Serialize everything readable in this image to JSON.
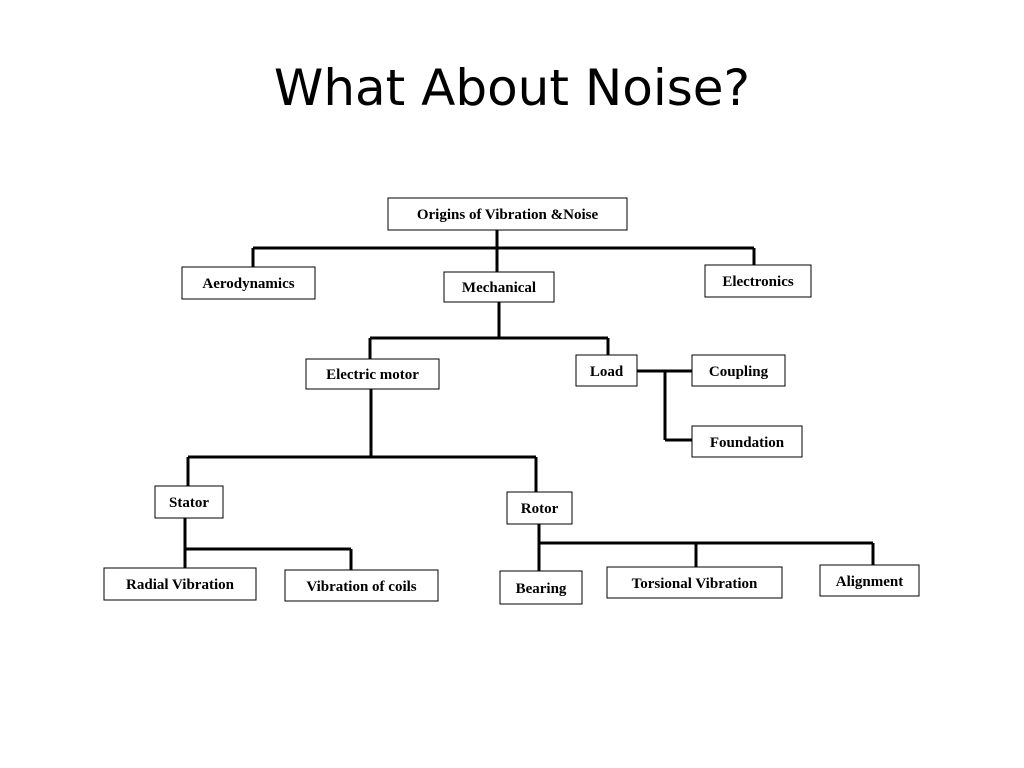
{
  "slide": {
    "title": "What About Noise?"
  },
  "colors": {
    "background": "#ffffff",
    "text": "#000000",
    "line": "#000000"
  },
  "diagram": {
    "nodes": {
      "origins": "Origins of Vibration &Noise",
      "aerodynamics": "Aerodynamics",
      "mechanical": "Mechanical",
      "electronics": "Electronics",
      "electric_motor": "Electric motor",
      "load": "Load",
      "coupling": "Coupling",
      "foundation": "Foundation",
      "stator": "Stator",
      "rotor": "Rotor",
      "radial_vibration": "Radial Vibration",
      "vibration_of_coils": "Vibration of coils",
      "bearing": "Bearing",
      "torsional_vibration": "Torsional Vibration",
      "alignment": "Alignment"
    },
    "edges": [
      [
        "origins",
        "aerodynamics"
      ],
      [
        "origins",
        "mechanical"
      ],
      [
        "origins",
        "electronics"
      ],
      [
        "mechanical",
        "electric_motor"
      ],
      [
        "mechanical",
        "load"
      ],
      [
        "load",
        "coupling"
      ],
      [
        "load",
        "foundation"
      ],
      [
        "electric_motor",
        "stator"
      ],
      [
        "electric_motor",
        "rotor"
      ],
      [
        "stator",
        "radial_vibration"
      ],
      [
        "stator",
        "vibration_of_coils"
      ],
      [
        "rotor",
        "bearing"
      ],
      [
        "rotor",
        "torsional_vibration"
      ],
      [
        "rotor",
        "alignment"
      ]
    ]
  }
}
